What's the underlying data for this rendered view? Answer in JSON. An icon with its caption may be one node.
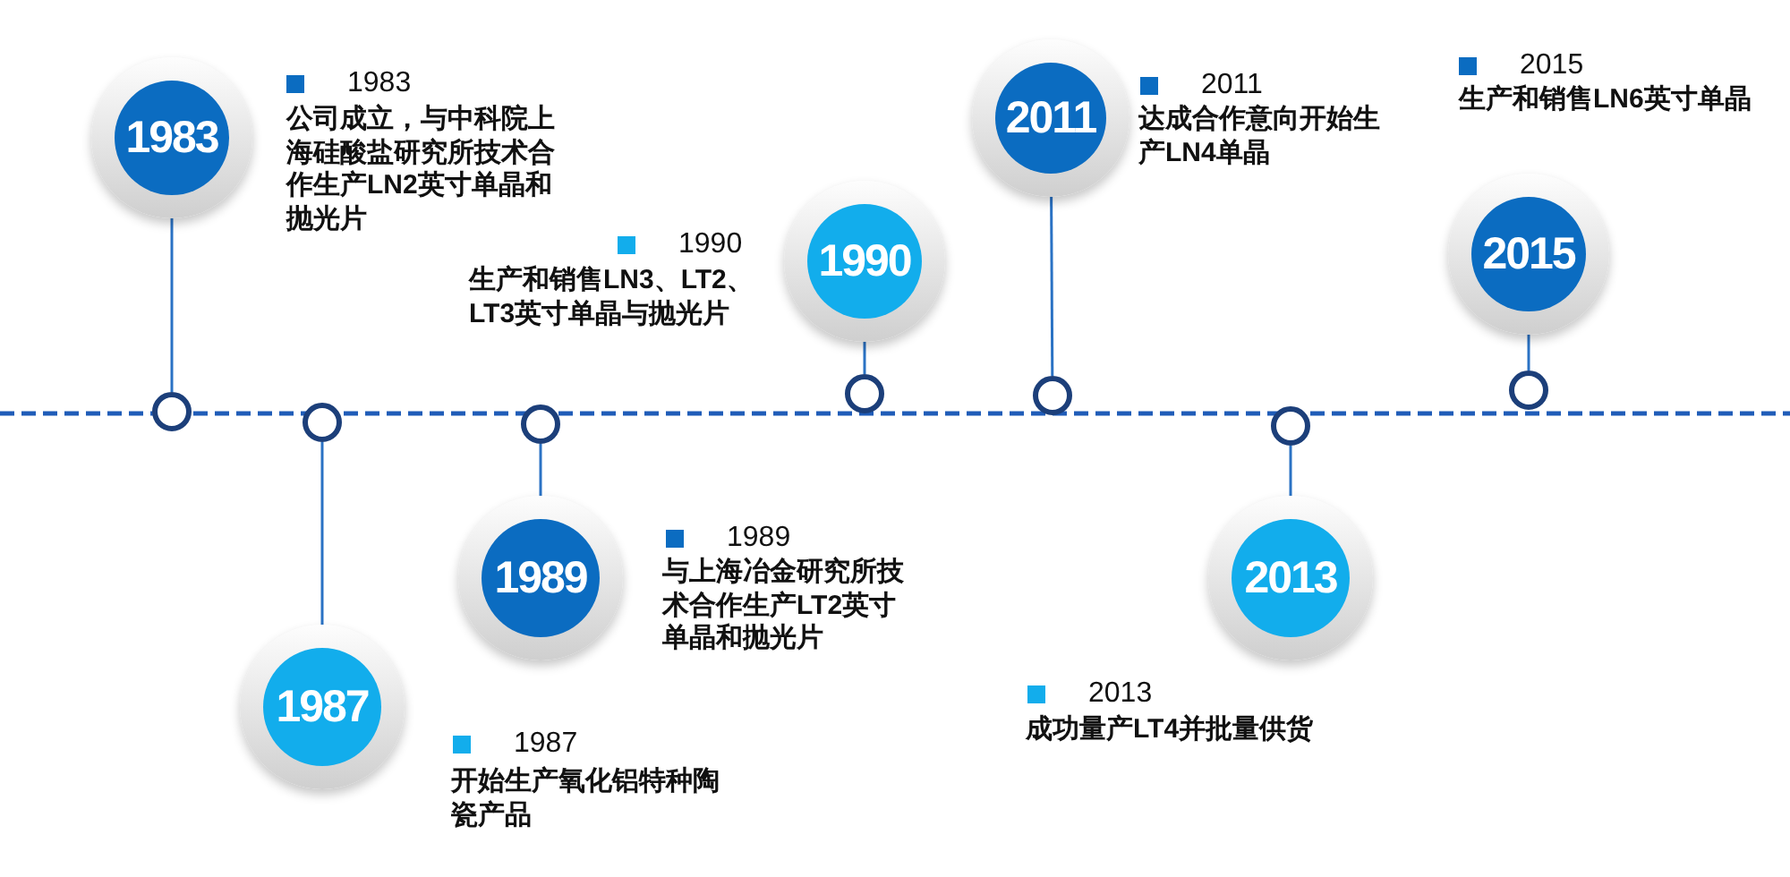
{
  "diagram": {
    "nodes": [
      {
        "text": [
          "1983"
        ],
        "beside": [
          "1983",
          "公司成立，与中科院上海硅酸盐研究所技术合作生产LN2英寸单晶和抛光片"
        ]
      },
      {
        "text": [],
        "shape": "circle"
      },
      {
        "text": [
          "1987"
        ],
        "beside": [
          "1987",
          "开始生产氧化铝特种陶瓷产品"
        ]
      },
      {
        "text": [],
        "shape": "circle"
      },
      {
        "text": [
          "1989"
        ],
        "beside": [
          "1989",
          "与上海冶金研究所技术合作生产LT2英寸单晶和抛光片"
        ]
      },
      {
        "text": [],
        "shape": "circle"
      },
      {
        "text": [
          "1990"
        ],
        "beside": [
          "1990",
          "生产和销售LN3、LT2、LT3英寸单晶与抛光片"
        ]
      },
      {
        "text": [],
        "shape": "circle"
      },
      {
        "text": [
          "2011"
        ],
        "beside": [
          "2011",
          "达成合作意向开始生产LN4单晶"
        ]
      },
      {
        "text": [],
        "shape": "circle"
      },
      {
        "text": [
          "2013"
        ],
        "beside": [
          "2013",
          "成功量产LT4并批量供货"
        ]
      },
      {
        "text": [],
        "shape": "circle"
      },
      {
        "text": [
          "2015"
        ],
        "beside": [
          "2015",
          "生产和销售LN6英寸单晶"
        ]
      },
      {
        "text": [],
        "shape": "circle"
      }
    ],
    "edges": [
      {
        "from": 0,
        "to": 1,
        "arrow": "none"
      },
      {
        "from": 3,
        "to": 2,
        "arrow": "none"
      },
      {
        "from": 5,
        "to": 4,
        "arrow": "none"
      },
      {
        "from": 6,
        "to": 7,
        "arrow": "none"
      },
      {
        "from": 8,
        "to": 9,
        "arrow": "none"
      },
      {
        "from": 11,
        "to": 10,
        "arrow": "none"
      },
      {
        "from": 12,
        "to": 13,
        "arrow": "none"
      }
    ]
  }
}
